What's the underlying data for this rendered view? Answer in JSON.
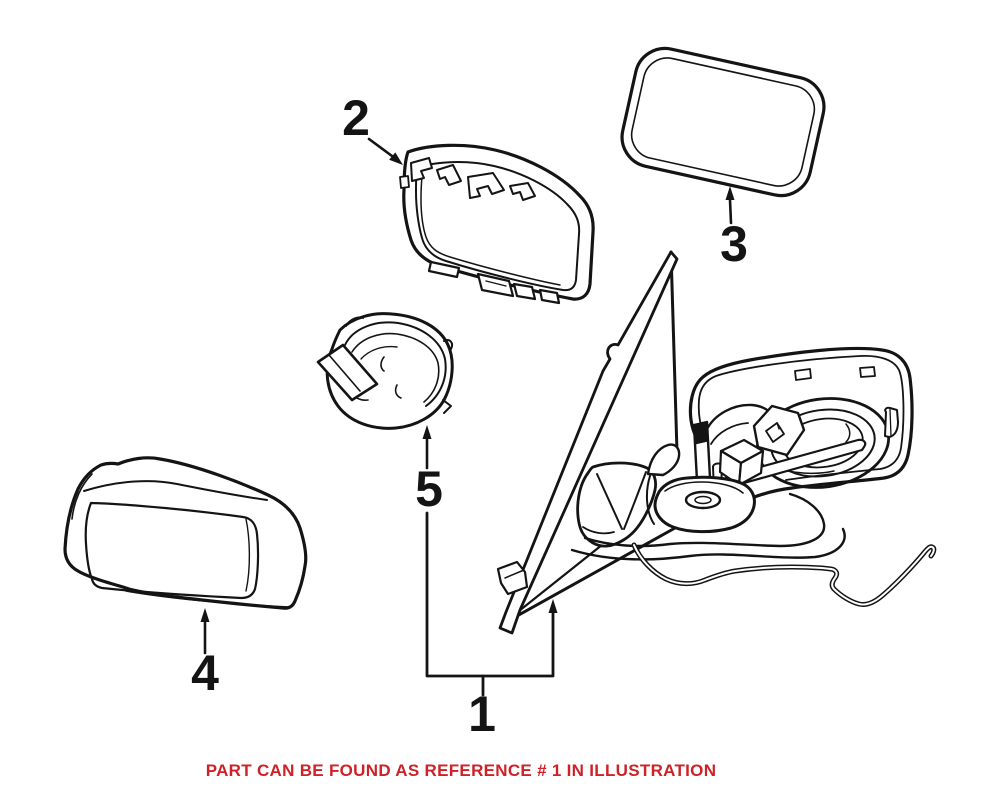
{
  "illustration": {
    "kind": "exploded-parts-diagram",
    "background": "#ffffff",
    "line_color": "#141414",
    "callouts": [
      "1",
      "2",
      "3",
      "4",
      "5"
    ],
    "caption": {
      "text": "PART CAN BE FOUND AS REFERENCE # 1 IN ILLUSTRATION",
      "color": "#cf2127"
    }
  }
}
